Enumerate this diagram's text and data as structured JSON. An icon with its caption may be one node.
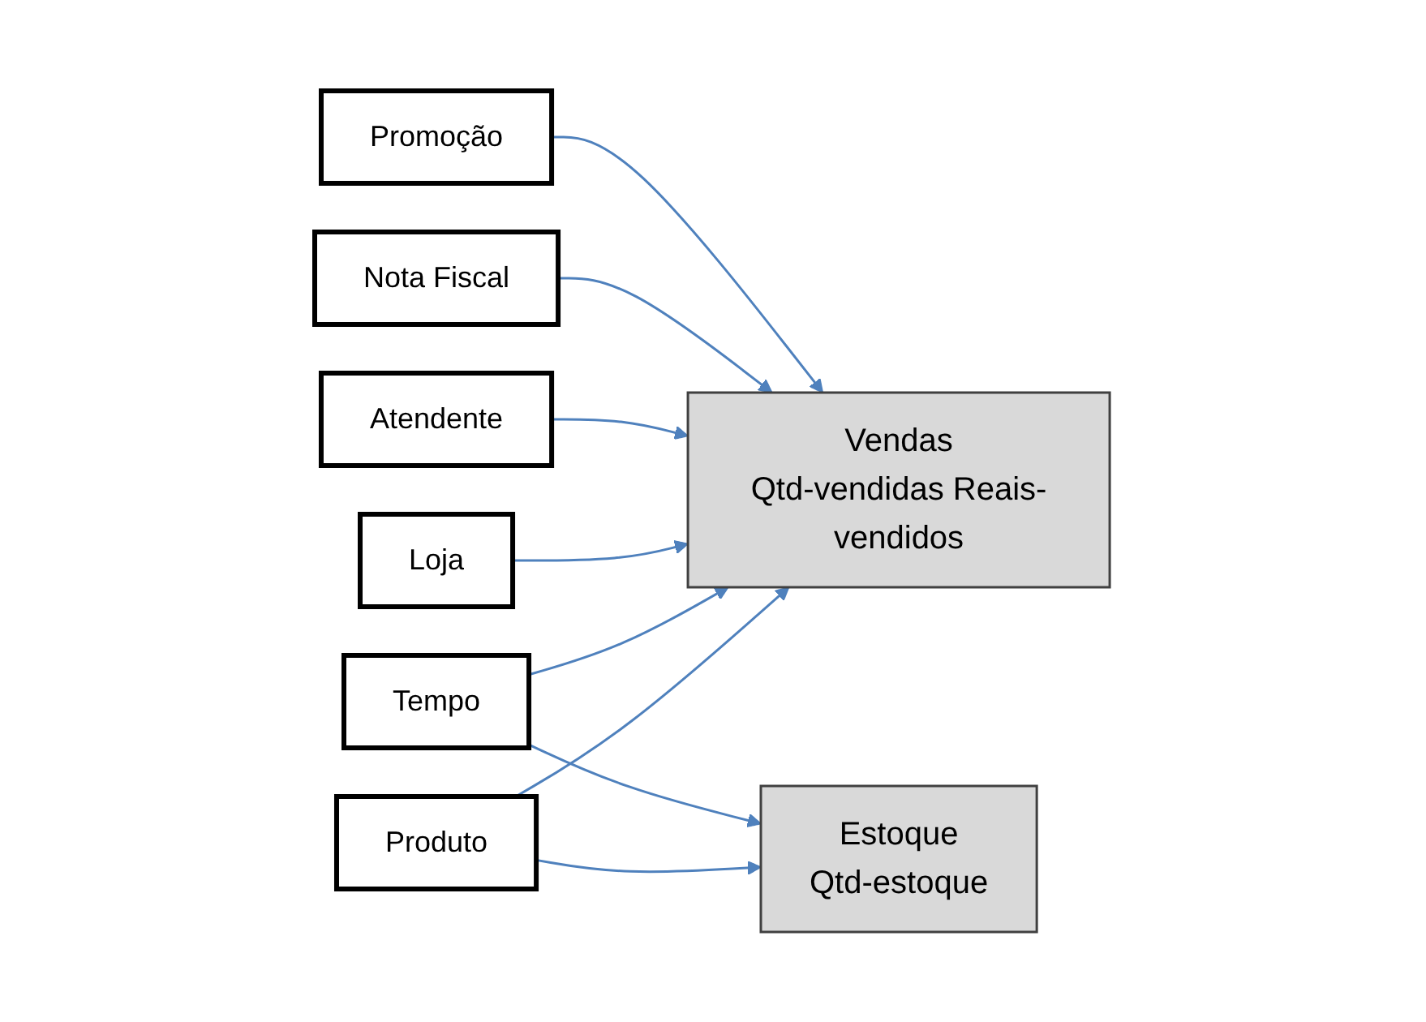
{
  "diagram": {
    "nodes": [
      {
        "text": [
          "Promoção"
        ]
      },
      {
        "text": [
          "Nota Fiscal"
        ]
      },
      {
        "text": [
          "Vendas",
          "Qtd-vendidas Reais-vendidos"
        ]
      },
      {
        "text": [
          "Atendente"
        ]
      },
      {
        "text": [
          "Loja"
        ]
      },
      {
        "text": [
          "Tempo"
        ]
      },
      {
        "text": [
          "Estoque",
          "Qtd-estoque"
        ]
      },
      {
        "text": [
          "Produto"
        ]
      }
    ],
    "edges": [
      {
        "from": 0,
        "to": 2,
        "arrow": "to"
      },
      {
        "from": 1,
        "to": 2,
        "arrow": "to"
      },
      {
        "from": 3,
        "to": 2,
        "arrow": "to"
      },
      {
        "from": 4,
        "to": 2,
        "arrow": "to"
      },
      {
        "from": 5,
        "to": 2,
        "arrow": "to"
      },
      {
        "from": 7,
        "to": 2,
        "arrow": "to"
      },
      {
        "from": 5,
        "to": 6,
        "arrow": "to"
      },
      {
        "from": 7,
        "to": 6,
        "arrow": "to"
      }
    ]
  }
}
